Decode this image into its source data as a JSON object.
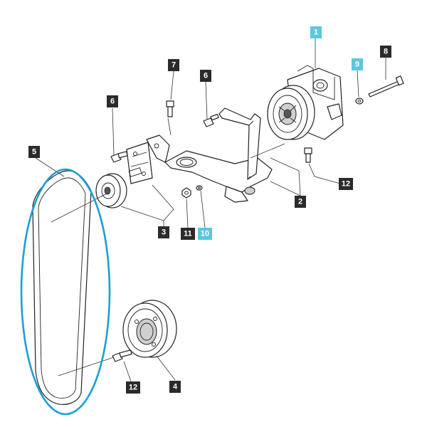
{
  "colors": {
    "callout_default": "#2b2b2b",
    "callout_highlight": "#5bc8dc",
    "highlight_outline": "#1d9fd3",
    "line": "#222222"
  },
  "callouts": [
    {
      "id": "c1",
      "label": "1",
      "highlighted": true
    },
    {
      "id": "c2",
      "label": "2",
      "highlighted": false
    },
    {
      "id": "c3",
      "label": "3",
      "highlighted": false
    },
    {
      "id": "c4",
      "label": "4",
      "highlighted": false
    },
    {
      "id": "c5",
      "label": "5",
      "highlighted": false
    },
    {
      "id": "c6a",
      "label": "6",
      "highlighted": false
    },
    {
      "id": "c6b",
      "label": "6",
      "highlighted": false
    },
    {
      "id": "c7",
      "label": "7",
      "highlighted": false
    },
    {
      "id": "c8",
      "label": "8",
      "highlighted": false
    },
    {
      "id": "c9",
      "label": "9",
      "highlighted": true
    },
    {
      "id": "c10",
      "label": "10",
      "highlighted": true
    },
    {
      "id": "c11",
      "label": "11",
      "highlighted": false
    },
    {
      "id": "c12a",
      "label": "12",
      "highlighted": false
    },
    {
      "id": "c12b",
      "label": "12",
      "highlighted": false
    }
  ],
  "highlighted_part": "belt"
}
